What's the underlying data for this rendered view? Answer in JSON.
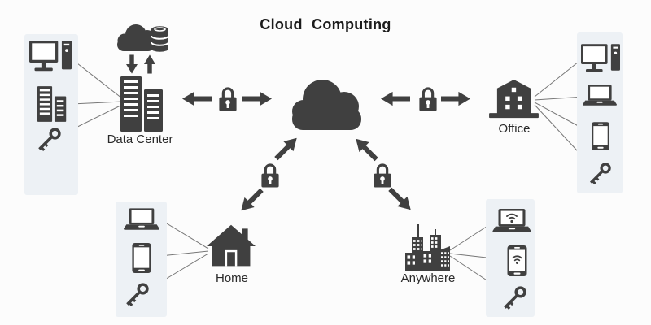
{
  "title": "Cloud Computing",
  "colors": {
    "background": "#fcfcfc",
    "panel": "#edf1f5",
    "icon": "#404040",
    "connector_line": "#777777",
    "text": "#2a2a2a"
  },
  "center": {
    "icon": "central-cloud-icon"
  },
  "nodes": {
    "data_center": {
      "label": "Data Center",
      "icon": "server-rack-icon",
      "sync": {
        "icon": "cloud-database-icon",
        "arrows": [
          "sync-down-arrow-icon",
          "sync-up-arrow-icon"
        ]
      },
      "devices": [
        "desktop-computer-icon",
        "server-icon",
        "key-icon"
      ]
    },
    "office": {
      "label": "Office",
      "icon": "office-building-icon",
      "devices": [
        "desktop-computer-icon",
        "laptop-icon",
        "smartphone-icon",
        "key-icon"
      ]
    },
    "home": {
      "label": "Home",
      "icon": "house-icon",
      "devices": [
        "laptop-icon",
        "smartphone-icon",
        "key-icon"
      ]
    },
    "anywhere": {
      "label": "Anywhere",
      "icon": "city-buildings-icon",
      "devices": [
        "wifi-laptop-icon",
        "wifi-smartphone-icon",
        "key-icon"
      ]
    }
  },
  "connections": [
    {
      "from": "data_center",
      "to": "cloud",
      "secured": true,
      "icon": "padlock-icon",
      "style": "bidirectional-horizontal-arrows"
    },
    {
      "from": "office",
      "to": "cloud",
      "secured": true,
      "icon": "padlock-icon",
      "style": "bidirectional-horizontal-arrows"
    },
    {
      "from": "home",
      "to": "cloud",
      "secured": true,
      "icon": "padlock-icon",
      "style": "bidirectional-diagonal-arrows"
    },
    {
      "from": "anywhere",
      "to": "cloud",
      "secured": true,
      "icon": "padlock-icon",
      "style": "bidirectional-diagonal-arrows"
    }
  ],
  "icon_legend": {
    "central-cloud-icon": "solid cloud silhouette",
    "cloud-database-icon": "cloud with stacked database cylinder",
    "sync-down-arrow-icon": "solid block arrow pointing down",
    "sync-up-arrow-icon": "solid block arrow pointing up",
    "padlock-icon": "closed padlock with keyhole",
    "arrow-icon": "solid block arrow",
    "server-rack-icon": "pair of server towers with slots",
    "server-icon": "pair of server towers with slots",
    "desktop-computer-icon": "monitor with pc tower",
    "laptop-icon": "open laptop",
    "smartphone-icon": "smartphone",
    "wifi-laptop-icon": "laptop with wifi signal on screen",
    "wifi-smartphone-icon": "smartphone with wifi signal on screen",
    "key-icon": "door key with round bow",
    "office-building-icon": "building with windows on base slab",
    "house-icon": "house with chimney and door",
    "city-buildings-icon": "city skyline with antennas and windows"
  }
}
